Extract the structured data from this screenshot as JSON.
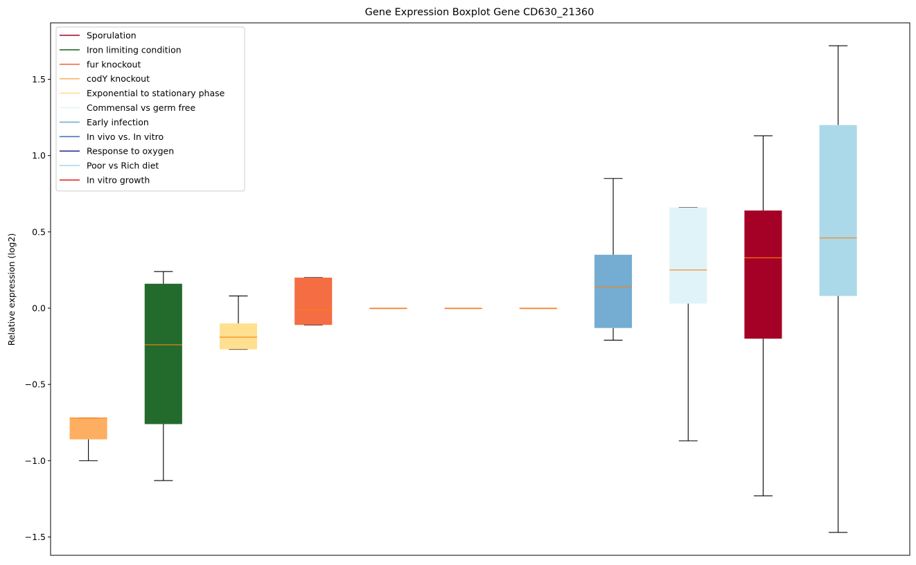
{
  "chart_data": {
    "type": "boxplot",
    "title": "Gene Expression Boxplot Gene CD630_21360",
    "xlabel": "",
    "ylabel": "Relative expression (log2)",
    "ylim": [
      -1.62,
      1.87
    ],
    "yticks": [
      -1.5,
      -1.0,
      -0.5,
      0.0,
      0.5,
      1.0,
      1.5
    ],
    "ytick_labels": [
      "−1.5",
      "−1.0",
      "−0.5",
      "0.0",
      "0.5",
      "1.0",
      "1.5"
    ],
    "grid": false,
    "legend_position": "top-left",
    "median_color": "#ff7f0e",
    "legend": [
      {
        "label": "Sporulation",
        "color": "#a50026"
      },
      {
        "label": "Iron limiting condition",
        "color": "#236b2d"
      },
      {
        "label": "fur knockout",
        "color": "#f46d43"
      },
      {
        "label": "codY knockout",
        "color": "#fdae61"
      },
      {
        "label": "Exponential to stationary phase",
        "color": "#fee090"
      },
      {
        "label": "Commensal vs germ free",
        "color": "#e0f3f8"
      },
      {
        "label": "Early infection",
        "color": "#74add1"
      },
      {
        "label": "In vivo vs. In vitro",
        "color": "#4575b4"
      },
      {
        "label": "Response to oxygen",
        "color": "#313695"
      },
      {
        "label": "Poor vs Rich diet",
        "color": "#abd9e9"
      },
      {
        "label": "In vitro growth",
        "color": "#e41a1c"
      }
    ],
    "boxes": [
      {
        "color": "#fdae61",
        "whislo": -1.0,
        "q1": -0.86,
        "med": -0.72,
        "q3": -0.72,
        "whishi": -0.72
      },
      {
        "color": "#236b2d",
        "whislo": -1.13,
        "q1": -0.76,
        "med": -0.24,
        "q3": 0.16,
        "whishi": 0.24
      },
      {
        "color": "#fee090",
        "whislo": -0.27,
        "q1": -0.27,
        "med": -0.19,
        "q3": -0.1,
        "whishi": 0.08
      },
      {
        "color": "#f46d43",
        "whislo": -0.11,
        "q1": -0.11,
        "med": -0.01,
        "q3": 0.2,
        "whishi": 0.2
      },
      {
        "color": "#f46d43",
        "whislo": 0.0,
        "q1": 0.0,
        "med": 0.0,
        "q3": 0.0,
        "whishi": 0.0
      },
      {
        "color": "#f46d43",
        "whislo": 0.0,
        "q1": 0.0,
        "med": 0.0,
        "q3": 0.0,
        "whishi": 0.0
      },
      {
        "color": "#f46d43",
        "whislo": 0.0,
        "q1": 0.0,
        "med": 0.0,
        "q3": 0.0,
        "whishi": 0.0
      },
      {
        "color": "#74add1",
        "whislo": -0.21,
        "q1": -0.13,
        "med": 0.14,
        "q3": 0.35,
        "whishi": 0.85
      },
      {
        "color": "#e0f3f8",
        "whislo": -0.87,
        "q1": 0.03,
        "med": 0.25,
        "q3": 0.66,
        "whishi": 0.66
      },
      {
        "color": "#a50026",
        "whislo": -1.23,
        "q1": -0.2,
        "med": 0.33,
        "q3": 0.64,
        "whishi": 1.13
      },
      {
        "color": "#abd9e9",
        "whislo": -1.47,
        "q1": 0.08,
        "med": 0.46,
        "q3": 1.2,
        "whishi": 1.72
      }
    ]
  }
}
